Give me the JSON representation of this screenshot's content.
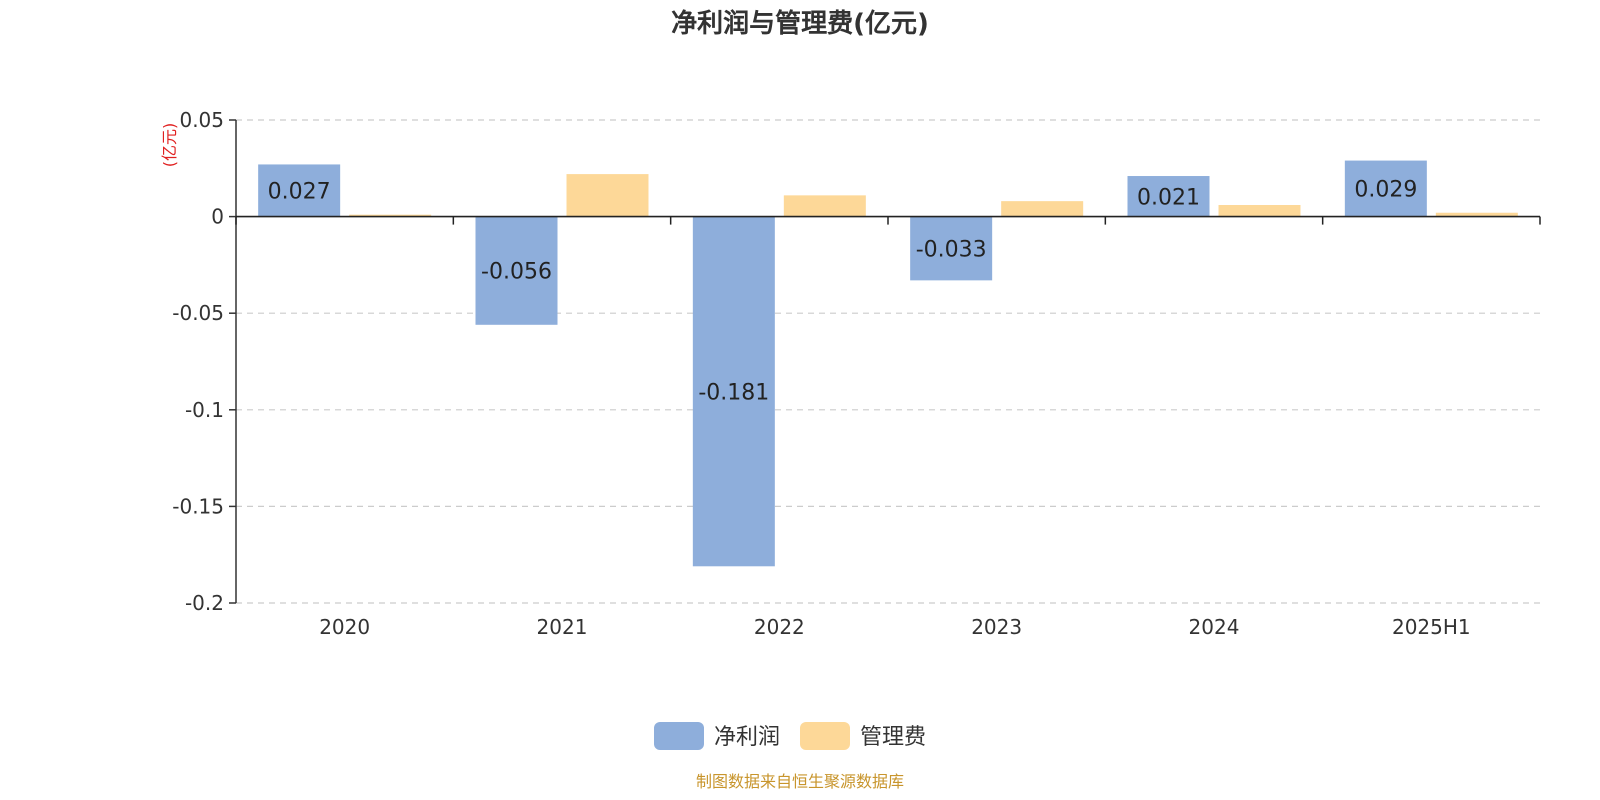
{
  "chart_data": {
    "type": "bar",
    "title": "净利润与管理费(亿元)",
    "y_unit": "(亿元)",
    "categories": [
      "2020",
      "2021",
      "2022",
      "2023",
      "2024",
      "2025H1"
    ],
    "series": [
      {
        "name": "净利润",
        "color": "#8eaedb",
        "values": [
          0.027,
          -0.056,
          -0.181,
          -0.033,
          0.021,
          0.029
        ],
        "labels": [
          "0.027",
          "-0.056",
          "-0.181",
          "-0.033",
          "0.021",
          "0.029"
        ]
      },
      {
        "name": "管理费",
        "color": "#fdd898",
        "values": [
          0.001,
          0.022,
          0.011,
          0.008,
          0.006,
          0.002
        ]
      }
    ],
    "ylim": [
      -0.2,
      0.05
    ],
    "yticks": [
      0.05,
      0,
      -0.05,
      -0.1,
      -0.15,
      -0.2
    ],
    "ytick_labels": [
      "0.05",
      "0",
      "-0.05",
      "-0.1",
      "-0.15",
      "-0.2"
    ],
    "grid": true,
    "legend_position": "bottom-center"
  },
  "source": "制图数据来自恒生聚源数据库"
}
